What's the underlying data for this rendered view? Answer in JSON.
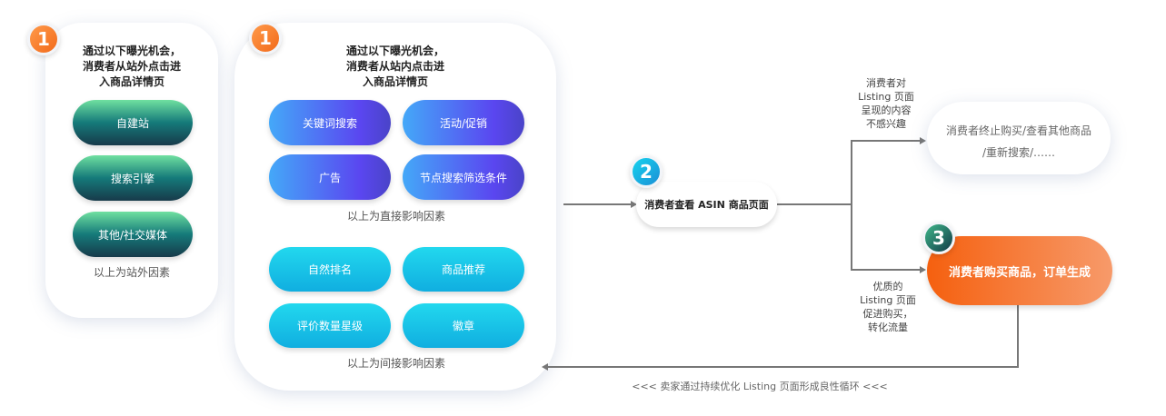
{
  "offsite": {
    "badge": "1",
    "title": [
      "通过以下曝光机会，",
      "消费者从站外点击进",
      "入商品详情页"
    ],
    "buttons": [
      "自建站",
      "搜索引擎",
      "其他/社交媒体"
    ],
    "caption": "以上为站外因素"
  },
  "onsite": {
    "badge": "1",
    "title": [
      "通过以下曝光机会，",
      "消费者从站内点击进",
      "入商品详情页"
    ],
    "direct": [
      "关键词搜索",
      "活动/促销",
      "广告",
      "节点搜索筛选条件"
    ],
    "direct_caption": "以上为直接影响因素",
    "indirect": [
      "自然排名",
      "商品推荐",
      "评价数量星级",
      "徽章"
    ],
    "indirect_caption": "以上为间接影响因素"
  },
  "step2": {
    "badge": "2",
    "label": "消费者查看 ASIN 商品页面"
  },
  "branch_top": {
    "label": [
      "消费者对",
      "Listing 页面",
      "呈现的内容",
      "不感兴趣"
    ],
    "result": [
      "消费者终止购买/查看其他商品",
      "/重新搜索/……"
    ]
  },
  "branch_bottom": {
    "label": [
      "优质的",
      "Listing 页面",
      "促进购买，",
      "转化流量"
    ]
  },
  "step3": {
    "badge": "3",
    "label": "消费者购买商品，订单生成"
  },
  "loop": "<<< 卖家通过持续优化 Listing 页面形成良性循环 <<<"
}
